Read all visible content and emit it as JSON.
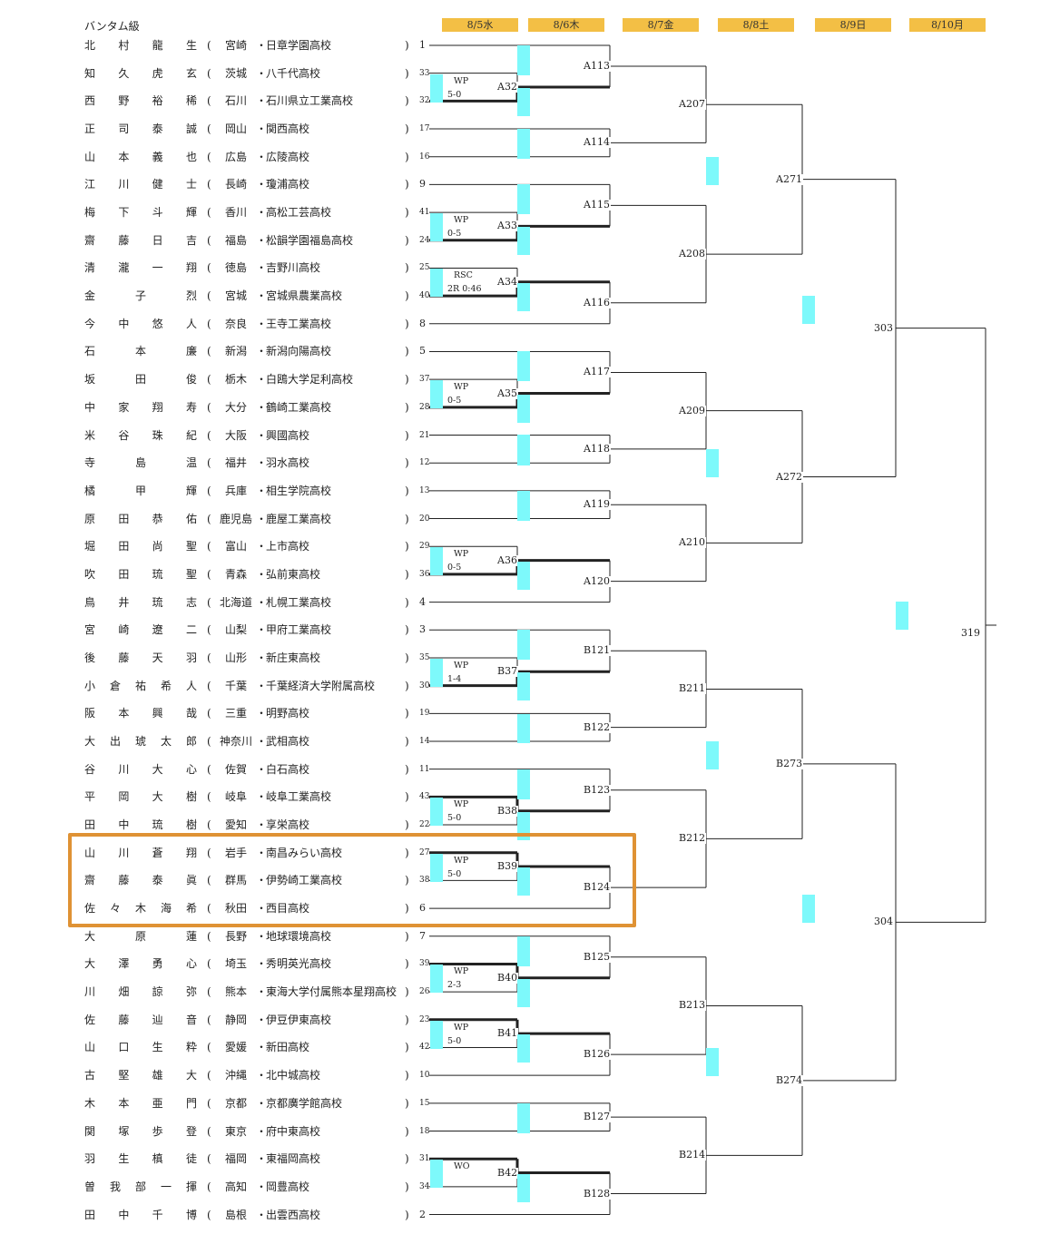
{
  "weight_class": "バンタム級",
  "dates": [
    "8/5水",
    "8/6木",
    "8/7金",
    "8/8土",
    "8/9日",
    "8/10月"
  ],
  "entries": [
    {
      "name": "北村龍生",
      "pref": "宮崎",
      "school": "日章学園高校",
      "seed": "1"
    },
    {
      "name": "知久虎玄",
      "pref": "茨城",
      "school": "八千代高校",
      "seed": "33"
    },
    {
      "name": "西野裕稀",
      "pref": "石川",
      "school": "石川県立工業高校",
      "seed": "32"
    },
    {
      "name": "正司泰誠",
      "pref": "岡山",
      "school": "関西高校",
      "seed": "17"
    },
    {
      "name": "山本義也",
      "pref": "広島",
      "school": "広陵高校",
      "seed": "16"
    },
    {
      "name": "江川健士",
      "pref": "長崎",
      "school": "瓊浦高校",
      "seed": "9"
    },
    {
      "name": "梅下斗輝",
      "pref": "香川",
      "school": "高松工芸高校",
      "seed": "41"
    },
    {
      "name": "齋藤日吉",
      "pref": "福島",
      "school": "松韻学園福島高校",
      "seed": "24"
    },
    {
      "name": "清瀧一翔",
      "pref": "徳島",
      "school": "吉野川高校",
      "seed": "25"
    },
    {
      "name": "金子烈",
      "pref": "宮城",
      "school": "宮城県農業高校",
      "seed": "40"
    },
    {
      "name": "今中悠人",
      "pref": "奈良",
      "school": "王寺工業高校",
      "seed": "8"
    },
    {
      "name": "石本廉",
      "pref": "新潟",
      "school": "新潟向陽高校",
      "seed": "5"
    },
    {
      "name": "坂田俊",
      "pref": "栃木",
      "school": "白鴎大学足利高校",
      "seed": "37"
    },
    {
      "name": "中家翔寿",
      "pref": "大分",
      "school": "鶴崎工業高校",
      "seed": "28"
    },
    {
      "name": "米谷珠紀",
      "pref": "大阪",
      "school": "興國高校",
      "seed": "21"
    },
    {
      "name": "寺島温",
      "pref": "福井",
      "school": "羽水高校",
      "seed": "12"
    },
    {
      "name": "橘甲輝",
      "pref": "兵庫",
      "school": "相生学院高校",
      "seed": "13"
    },
    {
      "name": "原田恭佑",
      "pref": "鹿児島",
      "school": "鹿屋工業高校",
      "seed": "20"
    },
    {
      "name": "堀田尚聖",
      "pref": "富山",
      "school": "上市高校",
      "seed": "29"
    },
    {
      "name": "吹田琉聖",
      "pref": "青森",
      "school": "弘前東高校",
      "seed": "36"
    },
    {
      "name": "鳥井琉志",
      "pref": "北海道",
      "school": "札幌工業高校",
      "seed": "4"
    },
    {
      "name": "宮崎遼二",
      "pref": "山梨",
      "school": "甲府工業高校",
      "seed": "3"
    },
    {
      "name": "後藤天羽",
      "pref": "山形",
      "school": "新庄東高校",
      "seed": "35"
    },
    {
      "name": "小倉祐希人",
      "pref": "千葉",
      "school": "千葉経済大学附属高校",
      "seed": "30"
    },
    {
      "name": "阪本興哉",
      "pref": "三重",
      "school": "明野高校",
      "seed": "19"
    },
    {
      "name": "大出琥太郎",
      "pref": "神奈川",
      "school": "武相高校",
      "seed": "14"
    },
    {
      "name": "谷川大心",
      "pref": "佐賀",
      "school": "白石高校",
      "seed": "11"
    },
    {
      "name": "平岡大樹",
      "pref": "岐阜",
      "school": "岐阜工業高校",
      "seed": "43"
    },
    {
      "name": "田中琉樹",
      "pref": "愛知",
      "school": "享栄高校",
      "seed": "22"
    },
    {
      "name": "山川蒼翔",
      "pref": "岩手",
      "school": "南昌みらい高校",
      "seed": "27"
    },
    {
      "name": "齋藤泰眞",
      "pref": "群馬",
      "school": "伊勢崎工業高校",
      "seed": "38"
    },
    {
      "name": "佐々木海希",
      "pref": "秋田",
      "school": "西目高校",
      "seed": "6"
    },
    {
      "name": "大原蓮",
      "pref": "長野",
      "school": "地球環境高校",
      "seed": "7"
    },
    {
      "name": "大澤勇心",
      "pref": "埼玉",
      "school": "秀明英光高校",
      "seed": "39"
    },
    {
      "name": "川畑諒弥",
      "pref": "熊本",
      "school": "東海大学付属熊本星翔高校",
      "seed": "26"
    },
    {
      "name": "佐藤辿音",
      "pref": "静岡",
      "school": "伊豆伊東高校",
      "seed": "23"
    },
    {
      "name": "山口生粋",
      "pref": "愛媛",
      "school": "新田高校",
      "seed": "42"
    },
    {
      "name": "古堅雄大",
      "pref": "沖縄",
      "school": "北中城高校",
      "seed": "10"
    },
    {
      "name": "木本亜門",
      "pref": "京都",
      "school": "京都廣学館高校",
      "seed": "15"
    },
    {
      "name": "関塚歩登",
      "pref": "東京",
      "school": "府中東高校",
      "seed": "18"
    },
    {
      "name": "羽生槙徒",
      "pref": "福岡",
      "school": "東福岡高校",
      "seed": "31"
    },
    {
      "name": "曽我部一揮",
      "pref": "高知",
      "school": "岡豊高校",
      "seed": "34"
    },
    {
      "name": "田中千博",
      "pref": "島根",
      "school": "出雲西高校",
      "seed": "2"
    }
  ],
  "first_round": [
    {
      "id": "A32",
      "result": "WP",
      "score": "5-0"
    },
    {
      "id": "A33",
      "result": "WP",
      "score": "0-5"
    },
    {
      "id": "A34",
      "result": "RSC",
      "score": "2R 0:46"
    },
    {
      "id": "A35",
      "result": "WP",
      "score": "0-5"
    },
    {
      "id": "A36",
      "result": "WP",
      "score": "0-5"
    },
    {
      "id": "B37",
      "result": "WP",
      "score": "1-4"
    },
    {
      "id": "B38",
      "result": "WP",
      "score": "5-0"
    },
    {
      "id": "B39",
      "result": "WP",
      "score": "5-0"
    },
    {
      "id": "B40",
      "result": "WP",
      "score": "2-3"
    },
    {
      "id": "B41",
      "result": "WP",
      "score": "5-0"
    },
    {
      "id": "B42",
      "result": "WO",
      "score": ""
    }
  ],
  "round2": [
    "A113",
    "A114",
    "A115",
    "A116",
    "A117",
    "A118",
    "A119",
    "A120",
    "B121",
    "B122",
    "B123",
    "B124",
    "B125",
    "B126",
    "B127",
    "B128"
  ],
  "round3": [
    "A207",
    "A208",
    "A209",
    "A210",
    "B211",
    "B212",
    "B213",
    "B214"
  ],
  "quarterfinals": [
    "A271",
    "A272",
    "B273",
    "B274"
  ],
  "semifinals": [
    "303",
    "304"
  ],
  "final": "319"
}
